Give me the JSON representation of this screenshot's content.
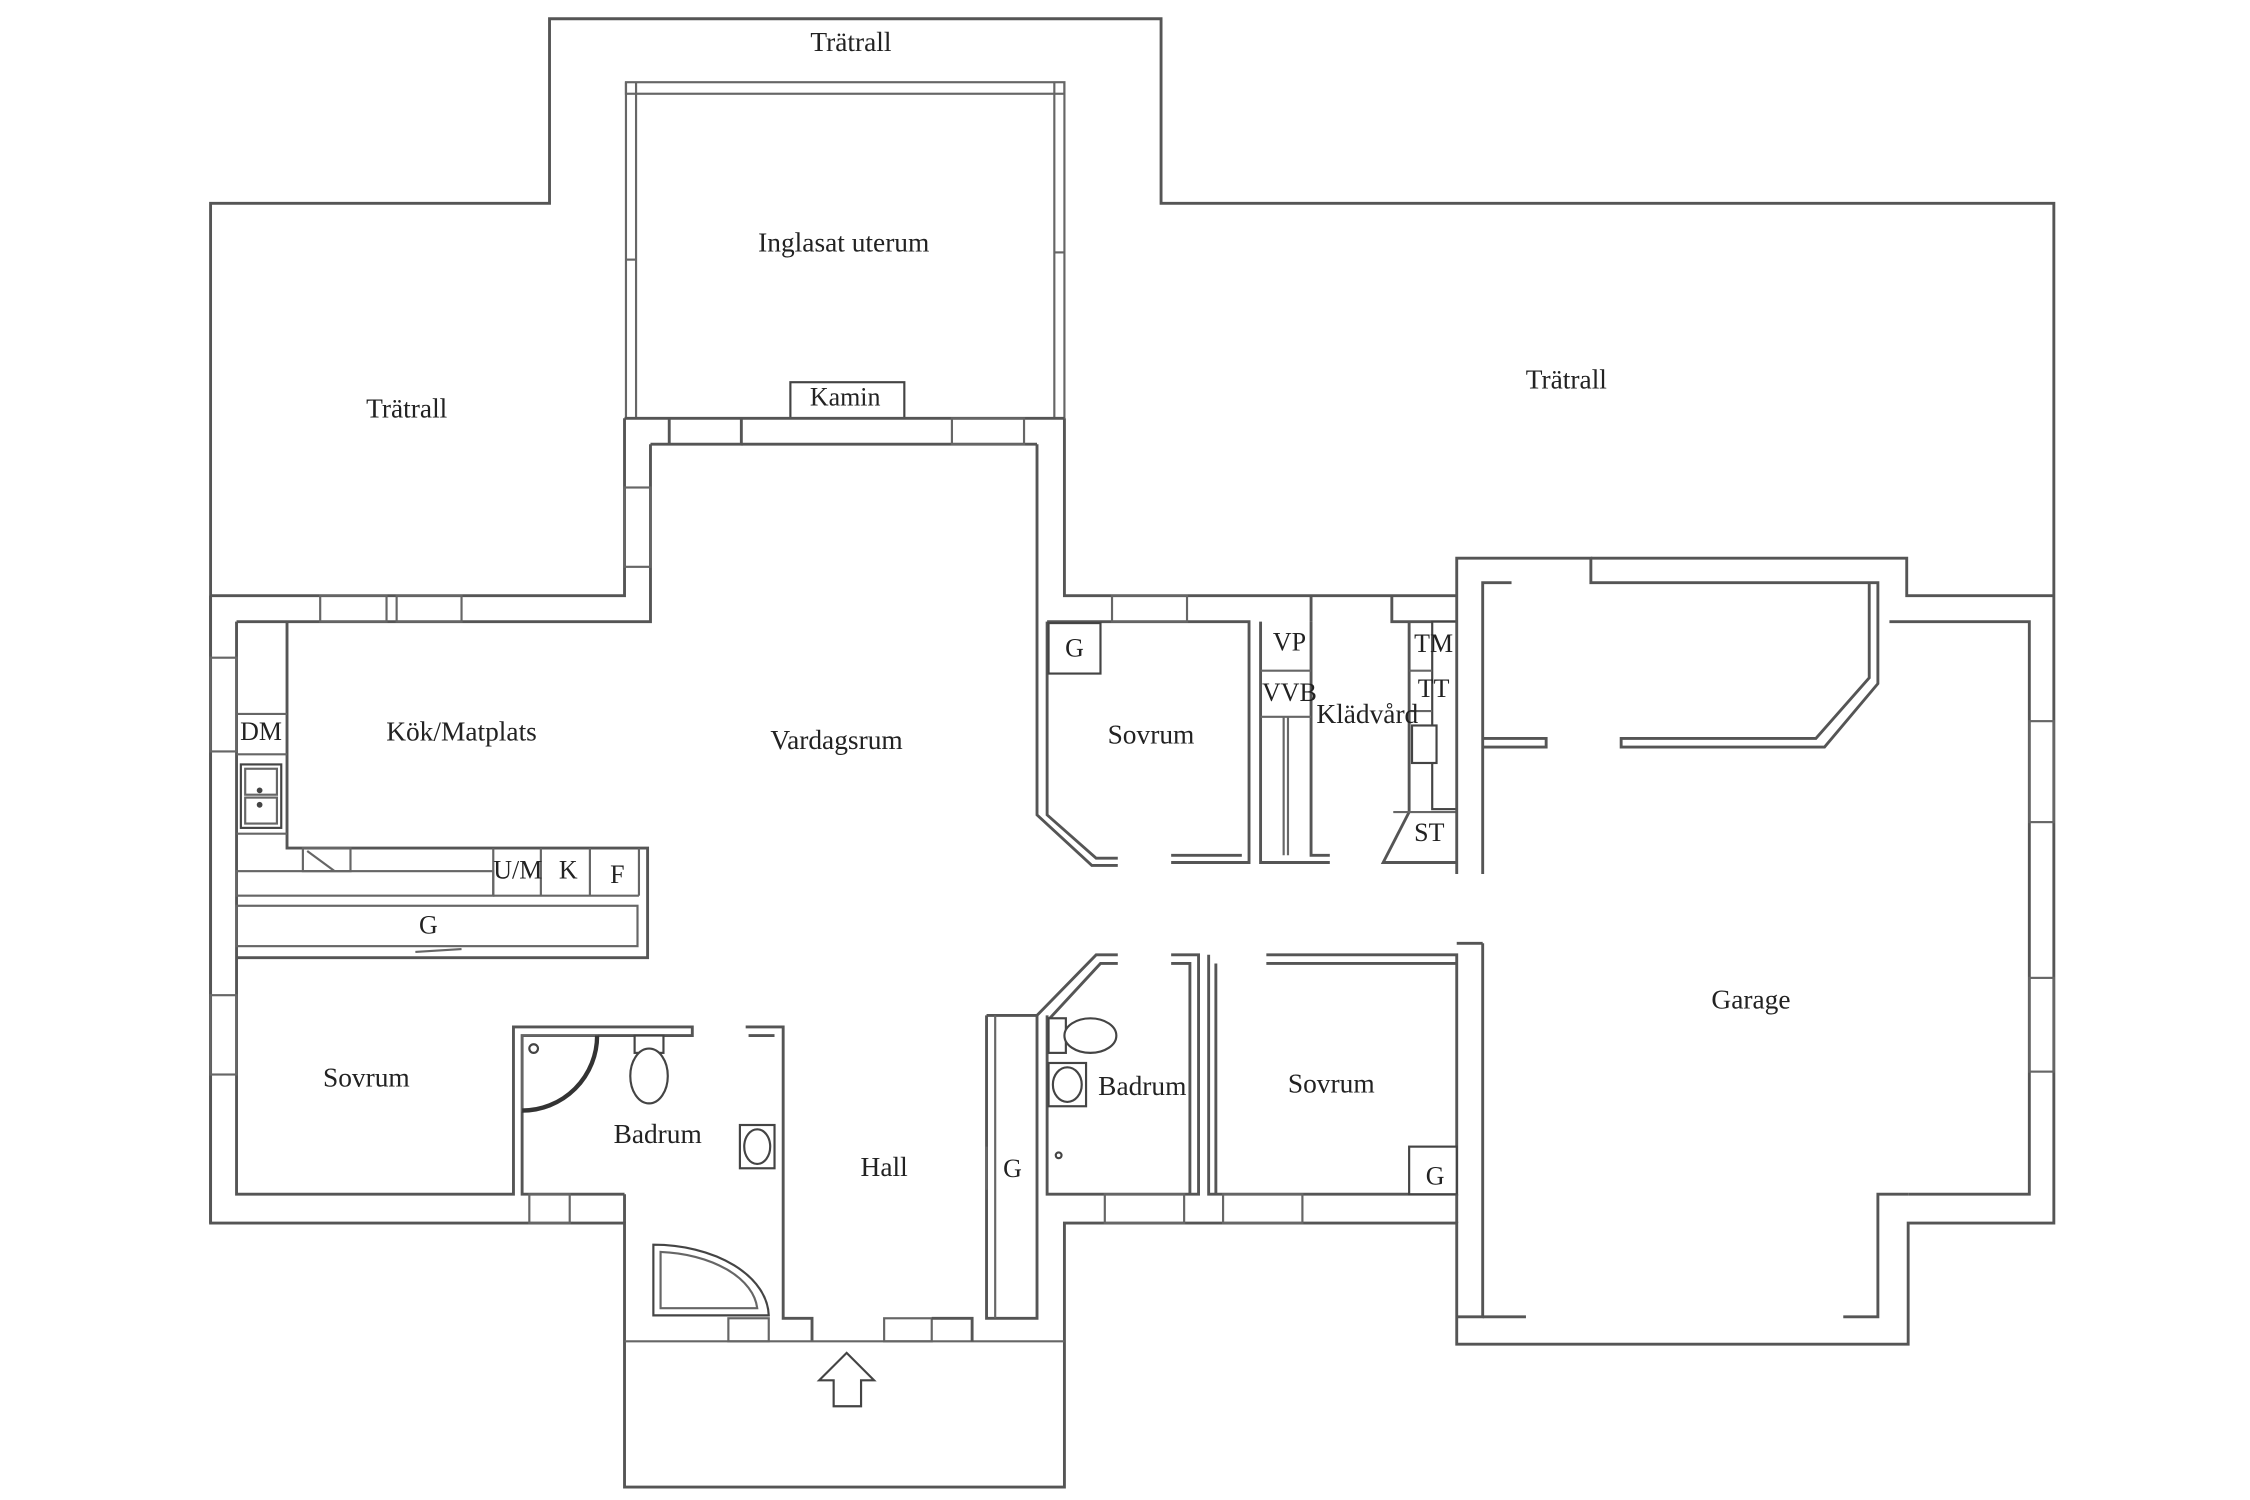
{
  "floorplan": {
    "labels": {
      "tratrall_top": "Trätrall",
      "inglasat_uterum": "Inglasat uterum",
      "kamin": "Kamin",
      "tratrall_left": "Trätrall",
      "tratrall_right": "Trätrall",
      "kok_matplats": "Kök/Matplats",
      "vardagsrum": "Vardagsrum",
      "dm": "DM",
      "um": "U/M",
      "k": "K",
      "f": "F",
      "g_kitchen": "G",
      "sovrum_left": "Sovrum",
      "badrum_left": "Badrum",
      "hall": "Hall",
      "g_hall": "G",
      "g_sovrum_top": "G",
      "sovrum_top": "Sovrum",
      "vp": "VP",
      "vvb": "VVB",
      "kladvard": "Klädvård",
      "tm": "TM",
      "tt": "TT",
      "st": "ST",
      "badrum_right": "Badrum",
      "sovrum_right": "Sovrum",
      "g_sovrum_right": "G",
      "garage": "Garage"
    }
  }
}
